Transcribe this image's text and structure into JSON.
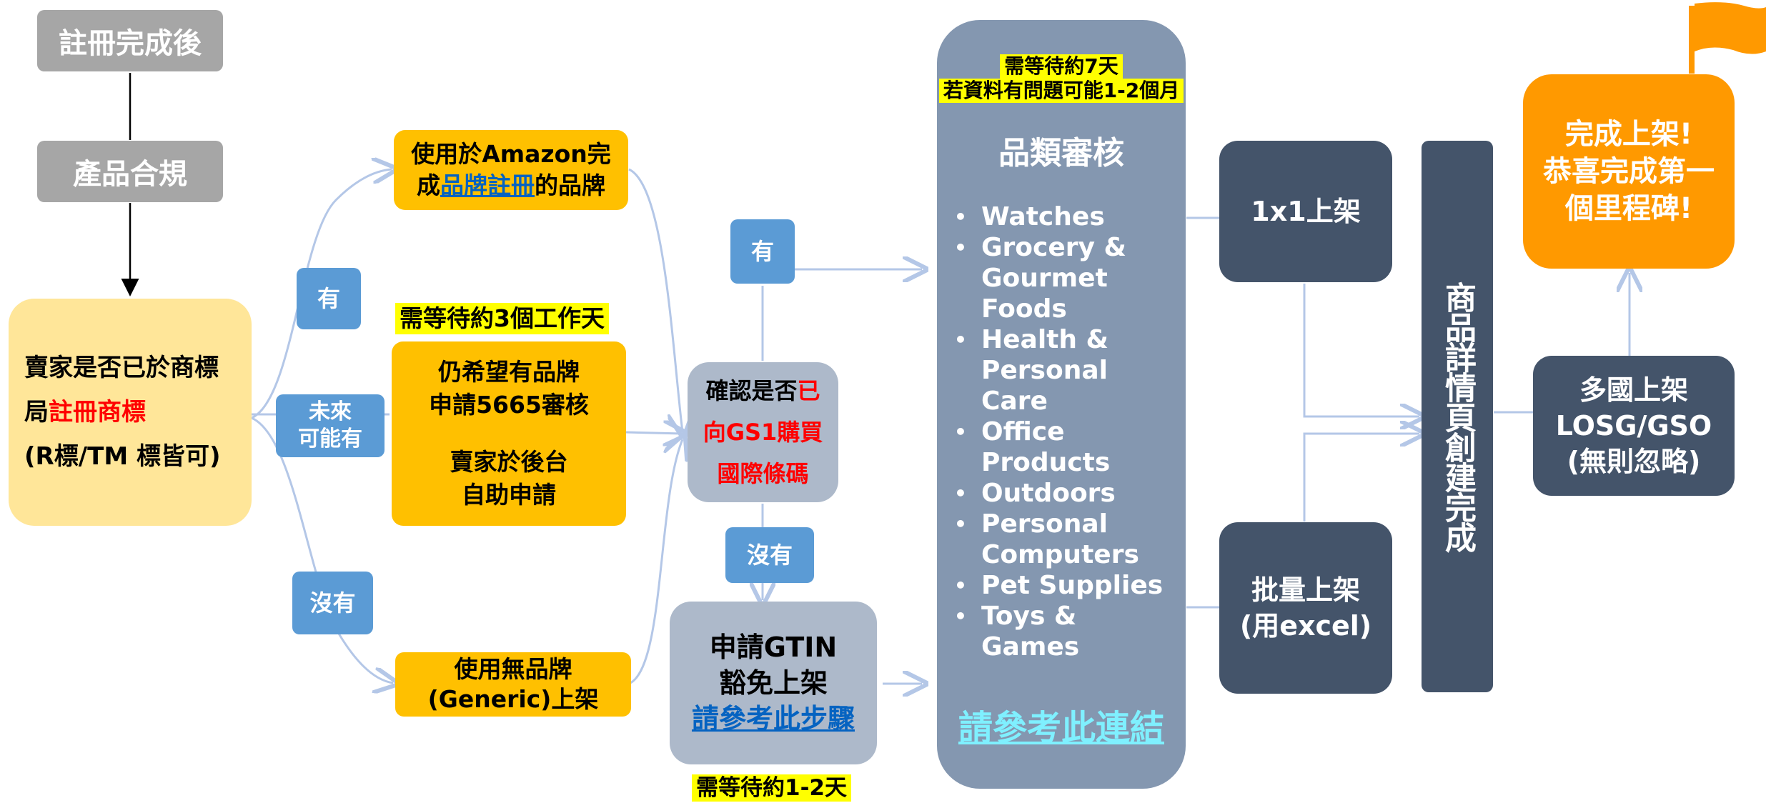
{
  "nodes": {
    "after_registration": "註冊完成後",
    "compliance": "產品合規",
    "trademark": {
      "line1": "賣家是否已於商標",
      "line2_prefix": "局",
      "line2_red": "註冊商標",
      "line3": "(R標/TM 標皆可)"
    },
    "label_yes": "有",
    "label_future_1": "未來",
    "label_future_2": "可能有",
    "label_no": "沒有",
    "brand_registered": {
      "line1": "使用於Amazon完",
      "line2_prefix": "成",
      "line2_link": "品牌註冊",
      "line2_suffix": "的品牌"
    },
    "wait_3_days": "需等待約3個工作天",
    "brand_5665": {
      "line1": "仍希望有品牌",
      "line2": "申請5665審核",
      "line3": "賣家於後台",
      "line4": "自助申請"
    },
    "generic": {
      "line1": "使用無品牌",
      "line2": "(Generic)上架"
    },
    "gs1": {
      "line1_prefix": "確認是否",
      "line1_red": "已",
      "line2": "向GS1購買",
      "line3": "國際條碼"
    },
    "label_gs1_yes": "有",
    "label_gs1_no": "沒有",
    "gtin": {
      "line1": "申請GTIN",
      "line2": "豁免上架",
      "line3_link": "請參考此步驟"
    },
    "wait_1_2_days": "需等待約1-2天",
    "category_review": {
      "wait_line1": "需等待約7天",
      "wait_line2": "若資料有問題可能1-2個月",
      "title": "品類審核",
      "items": [
        "Watches",
        "Grocery & Gourmet Foods",
        "Health & Personal Care",
        "Office Products",
        "Outdoors",
        "Personal Computers",
        "Pet Supplies",
        "Toys & Games"
      ],
      "link": "請參考此連結"
    },
    "list_1x1": "1x1上架",
    "bulk": {
      "line1": "批量上架",
      "line2": "(用excel)"
    },
    "detail_page": "商品詳情頁創建完成",
    "multi_country": {
      "line1": "多國上架",
      "line2": "LOSG/GSO",
      "line3": "(無則忽略)"
    },
    "done": {
      "line1": "完成上架!",
      "line2": "恭喜完成第一",
      "line3": "個里程碑!"
    }
  },
  "colors": {
    "gray": "#a6a6a6",
    "cream": "#ffe699",
    "amber": "#ffc000",
    "blue_label": "#5b9bd5",
    "lavender": "#adb9ca",
    "steel": "#8497b0",
    "navy": "#44546a",
    "orange": "#ff9900",
    "connector": "#b4c7e7",
    "highlight": "#ffff00",
    "link_cyan": "#7ff0ff"
  }
}
